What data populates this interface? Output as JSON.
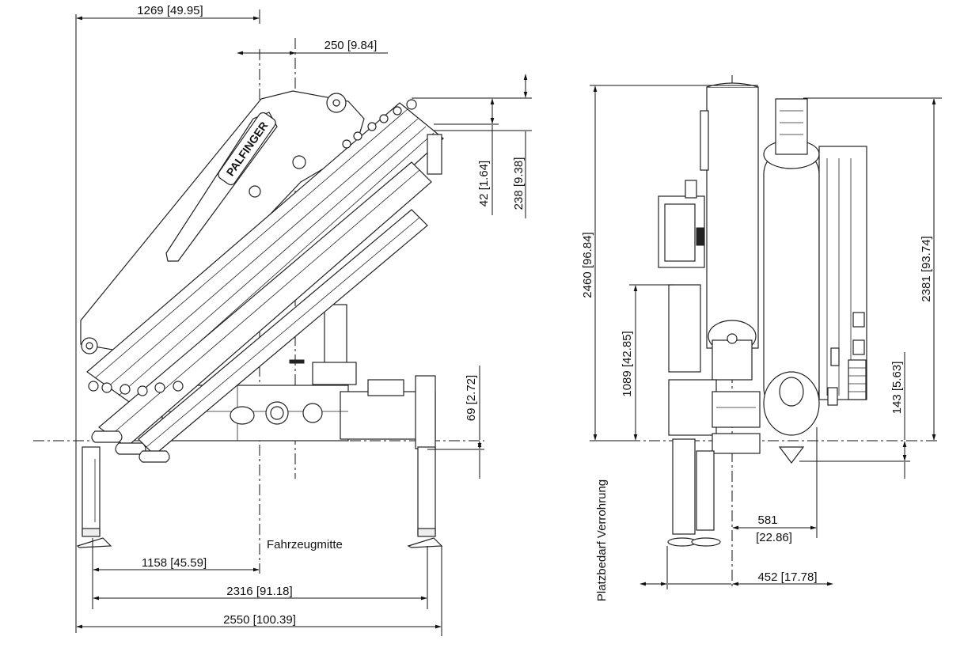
{
  "brand": "PALFINGER",
  "labels": {
    "vehicle_center": "Fahrzeugmitte",
    "space_requirement": "Platzbedarf Verrohrung"
  },
  "dimensions": {
    "d1269": "1269  [49.95]",
    "d250": "250  [9.84]",
    "d42": "42  [1.64]",
    "d238": "238  [9.38]",
    "d69": "69  [2.72]",
    "d1158": "1158  [45.59]",
    "d2316": "2316  [91.18]",
    "d2550": "2550  [100.39]",
    "d2460": "2460  [96.84]",
    "d1089": "1089  [42.85]",
    "d2381": "2381  [93.74]",
    "d143": "143  [5.63]",
    "d581_mm": "581",
    "d581_in": "[22.86]",
    "d452": "452  [17.78]"
  }
}
